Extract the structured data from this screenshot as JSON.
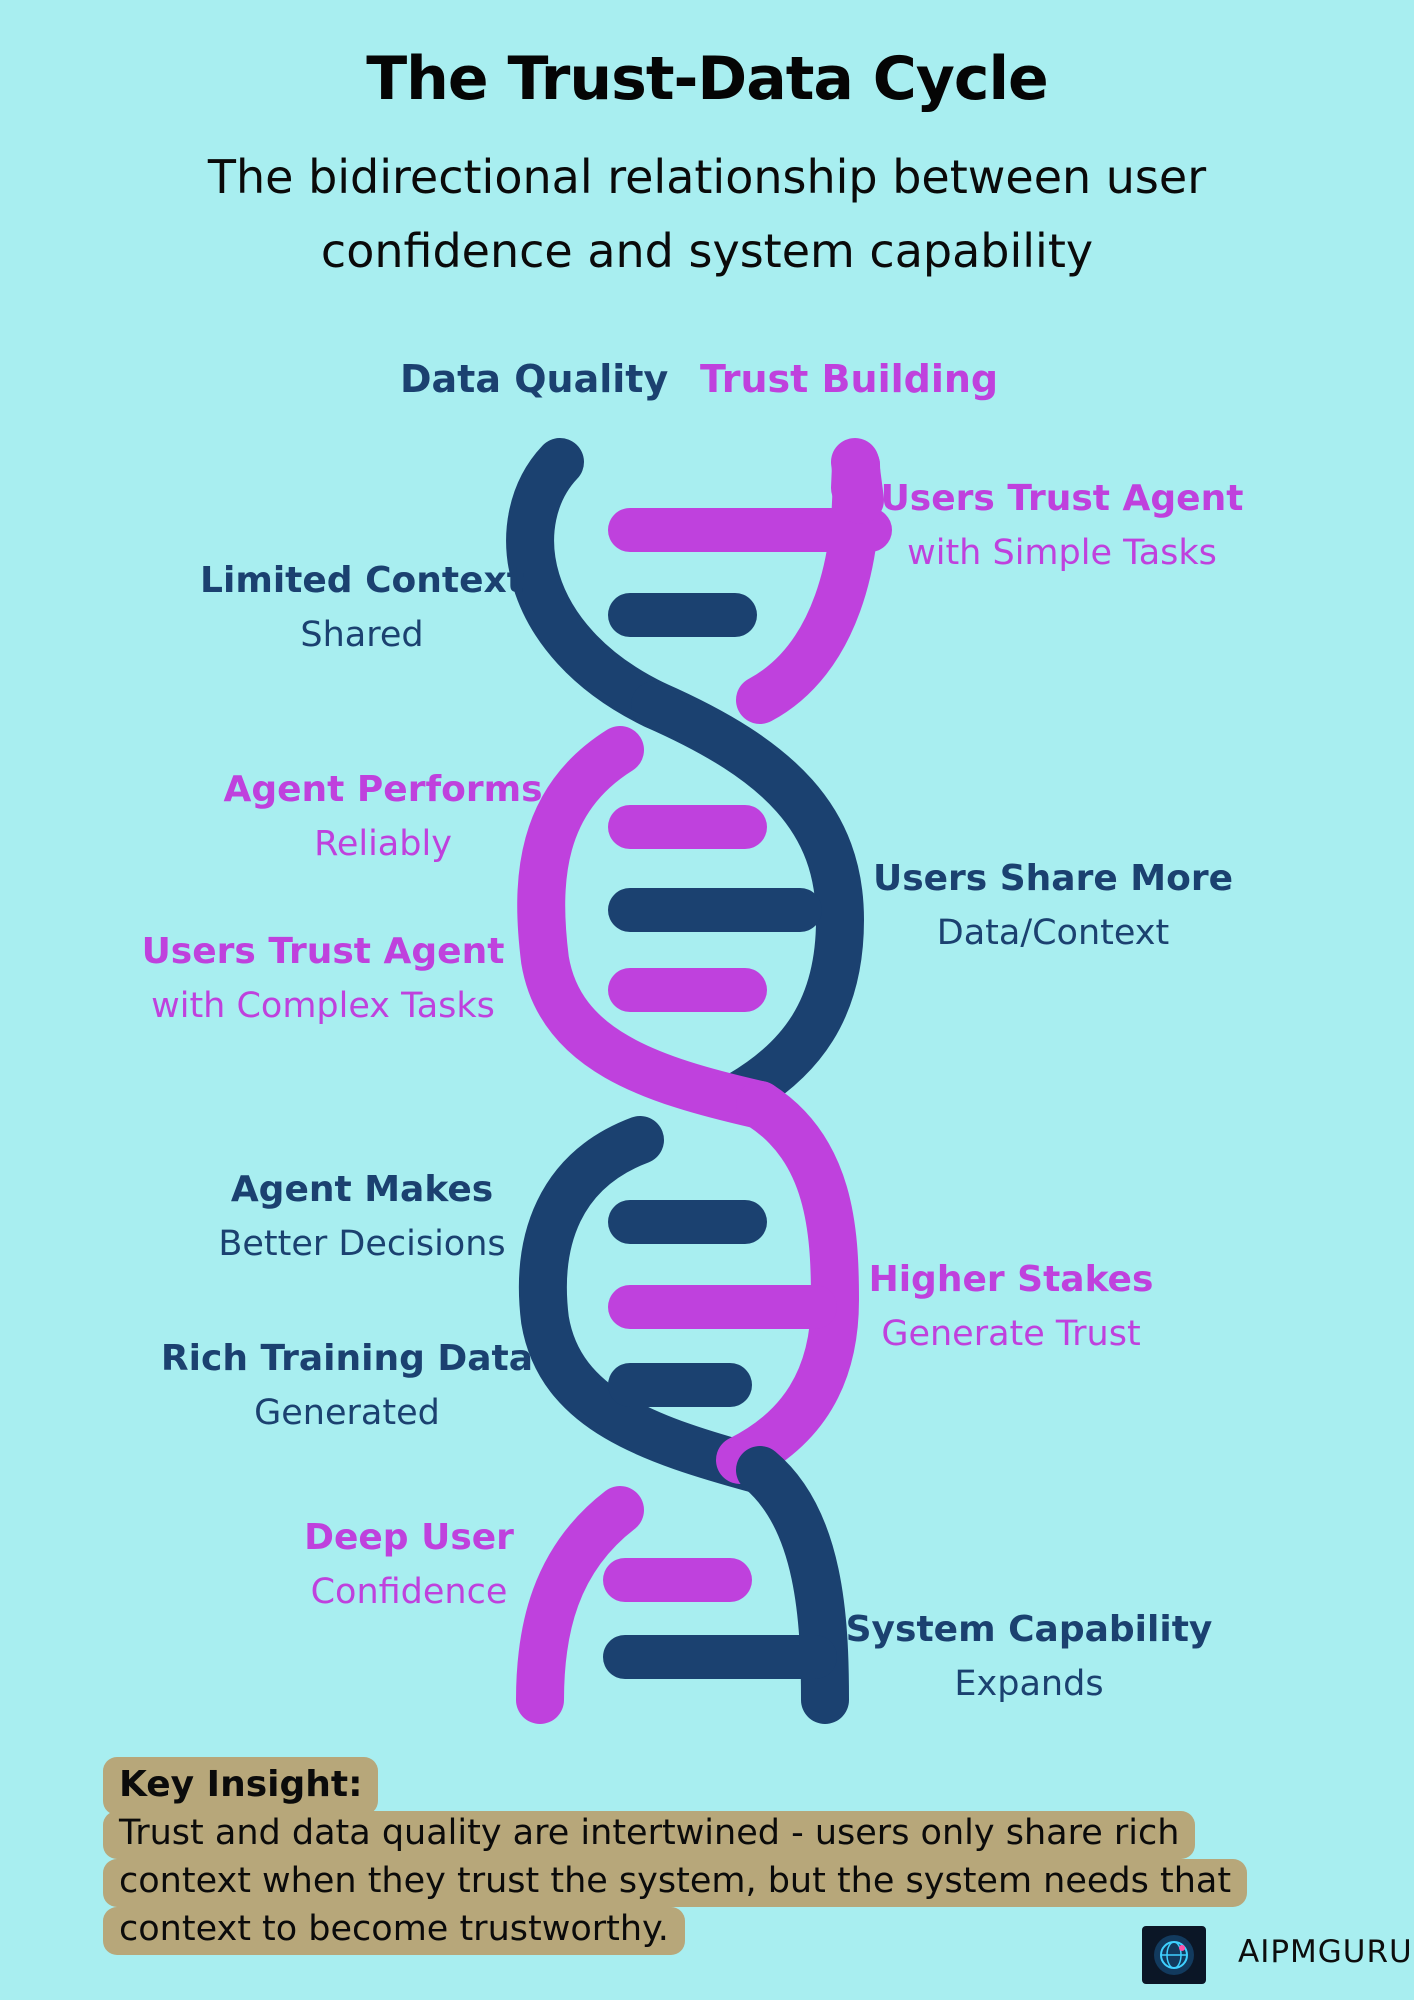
{
  "header": {
    "title": "The Trust-Data Cycle",
    "subtitle": "The bidirectional relationship between user confidence and system capability"
  },
  "columns": {
    "left": "Data Quality",
    "right": "Trust Building"
  },
  "labels": [
    {
      "bold": "Users Trust Agent",
      "sub": "with Simple Tasks",
      "strand": "trust"
    },
    {
      "bold": "Limited Context",
      "sub": "Shared",
      "strand": "data"
    },
    {
      "bold": "Agent Performs",
      "sub": "Reliably",
      "strand": "trust"
    },
    {
      "bold": "Users Share More",
      "sub": "Data/Context",
      "strand": "data"
    },
    {
      "bold": "Users Trust Agent",
      "sub": "with Complex Tasks",
      "strand": "trust"
    },
    {
      "bold": "Agent Makes",
      "sub": "Better Decisions",
      "strand": "data"
    },
    {
      "bold": "Higher Stakes",
      "sub": "Generate Trust",
      "strand": "trust"
    },
    {
      "bold": "Rich Training Data",
      "sub": "Generated",
      "strand": "data"
    },
    {
      "bold": "Deep User",
      "sub": "Confidence",
      "strand": "trust"
    },
    {
      "bold": "System Capability",
      "sub": "Expands",
      "strand": "data"
    }
  ],
  "insight": {
    "heading": "Key Insight:",
    "text": "Trust and data quality are intertwined - users only share rich context when they trust the system, but the system needs that context to become trustworthy."
  },
  "brand": {
    "name": "AIPMGURU",
    "logo_icon": "brain-globe-icon"
  },
  "colors": {
    "background": "#a8eef0",
    "data_strand": "#1b4170",
    "trust_strand": "#bf41dd",
    "insight_box": "#b7a77a"
  }
}
